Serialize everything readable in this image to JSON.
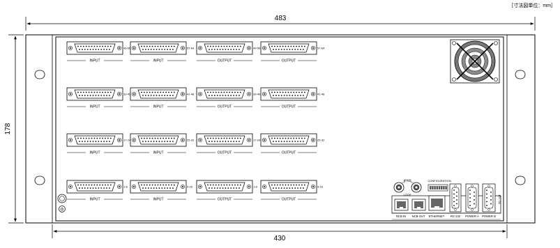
{
  "unit_note": "［寸法図単位：mm］",
  "dimensions": {
    "overall_width": "483",
    "overall_height": "178",
    "inner_width": "430"
  },
  "connectors": {
    "rows": [
      {
        "ranges": [
          "49-56",
          "57-64",
          "49-56",
          "57-64"
        ],
        "labels": [
          "INPUT",
          "INPUT",
          "OUTPUT",
          "OUTPUT"
        ]
      },
      {
        "ranges": [
          "33-40",
          "41-48",
          "33-40",
          "41-48"
        ],
        "labels": [
          "INPUT",
          "INPUT",
          "OUTPUT",
          "OUTPUT"
        ]
      },
      {
        "ranges": [
          "17-24",
          "25-32",
          "17-24",
          "25-32"
        ],
        "labels": [
          "INPUT",
          "INPUT",
          "OUTPUT",
          "OUTPUT"
        ]
      },
      {
        "ranges": [
          "1-8",
          "9-16",
          "1-8",
          "9-16"
        ],
        "labels": [
          "INPUT",
          "INPUT",
          "OUTPUT",
          "OUTPUT"
        ]
      }
    ]
  },
  "io_panel": {
    "sync": "SYNC",
    "loop": "LOOP",
    "configuration": "CONFIGURATION",
    "ports": [
      "NCB IN",
      "NCB OUT",
      "ETHERNET",
      "RS 232",
      "POWER A",
      "POWER B"
    ],
    "voltage": "12V / 5A"
  },
  "colors": {
    "line": "#000000",
    "panel": "#ffffff",
    "fan_fill": "#9a9a9a"
  }
}
